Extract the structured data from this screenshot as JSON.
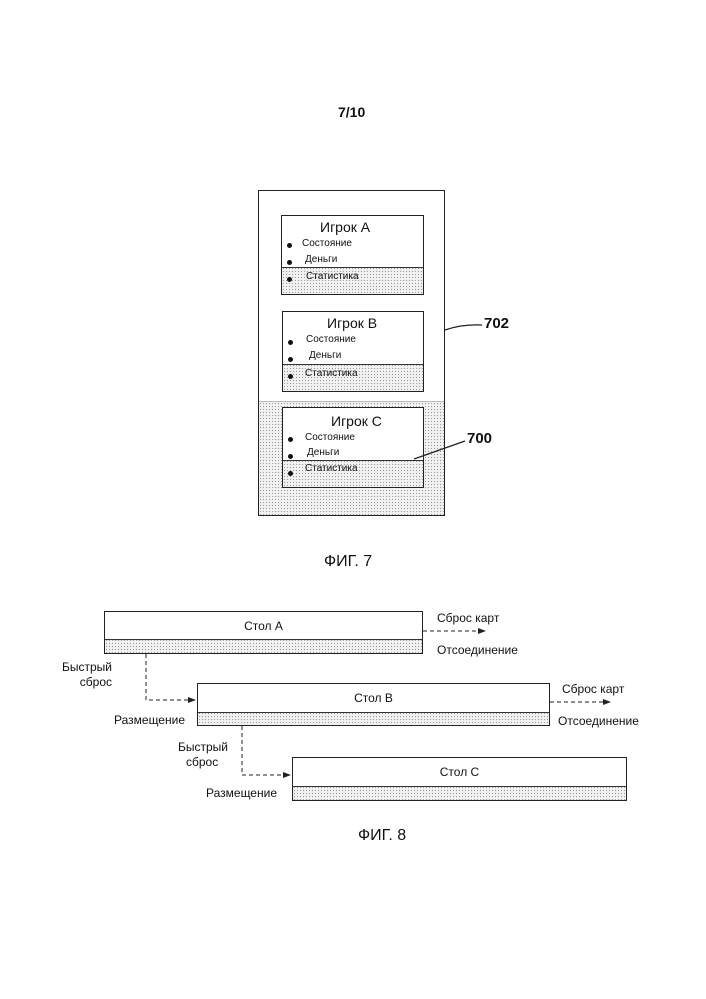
{
  "page_number": "7/10",
  "fig7": {
    "caption": "ФИГ. 7",
    "outer_ref": "702",
    "selected_ref": "700",
    "players": [
      {
        "name": "Игрок A",
        "items": [
          "Состояние",
          "Деньги",
          "Статистика"
        ]
      },
      {
        "name": "Игрок B",
        "items": [
          "Состояние",
          "Деньги",
          "Статистика"
        ]
      },
      {
        "name": "Игрок C",
        "items": [
          "Состояние",
          "Деньги",
          "Статистика"
        ]
      }
    ]
  },
  "fig8": {
    "caption": "ФИГ. 8",
    "tables": [
      {
        "name": "Стол A",
        "right_top": "Сброс карт",
        "right_bottom": "Отсоединение"
      },
      {
        "name": "Стол B",
        "left_bottom": "Размещение",
        "right_top": "Сброс карт",
        "right_bottom": "Отсоединение"
      },
      {
        "name": "Стол C",
        "left_bottom": "Размещение"
      }
    ],
    "transitions": [
      {
        "label_line1": "Быстрый",
        "label_line2": "сброс"
      },
      {
        "label_line1": "Быстрый",
        "label_line2": "сброс"
      }
    ]
  }
}
